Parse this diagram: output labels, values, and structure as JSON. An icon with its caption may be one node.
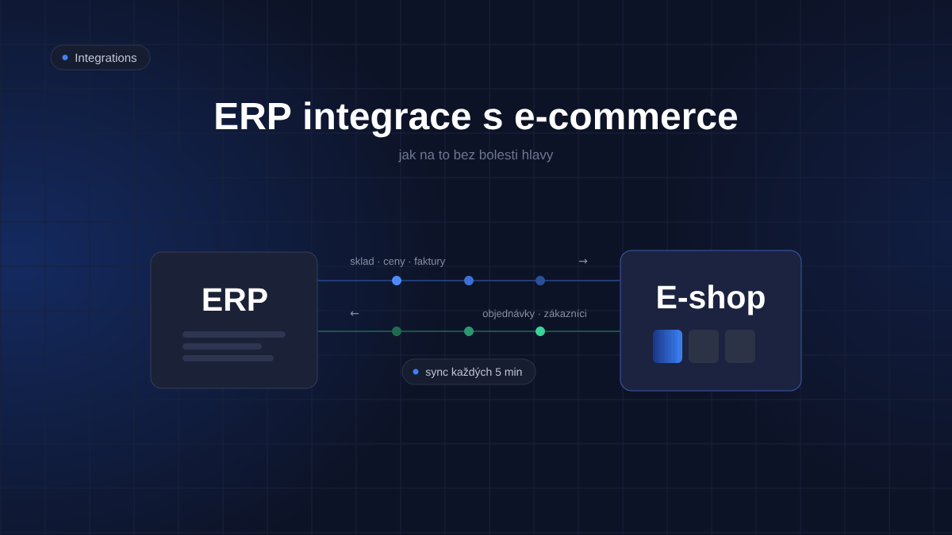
{
  "diagram": {
    "title": "ERP integrace s e-commerce",
    "nodes": [
      {
        "text": [
          "Integrations"
        ]
      },
      {
        "text": [
          "ERP"
        ]
      },
      {
        "text": [
          "E-shop"
        ]
      },
      {
        "text": [
          "sync každých 5 min"
        ]
      }
    ],
    "edges": [
      {
        "from": 1,
        "to": 2,
        "arrow": "none",
        "label": "sklad · ceny · faktury",
        "color": "#2a4a8c"
      },
      {
        "from": 2,
        "to": 1,
        "arrow": "none",
        "label": "objednávky · zákazníci",
        "color": "#1e6b55"
      }
    ],
    "labels": [
      "jak na to bez bolesti hlavy",
      "→",
      "←"
    ]
  }
}
